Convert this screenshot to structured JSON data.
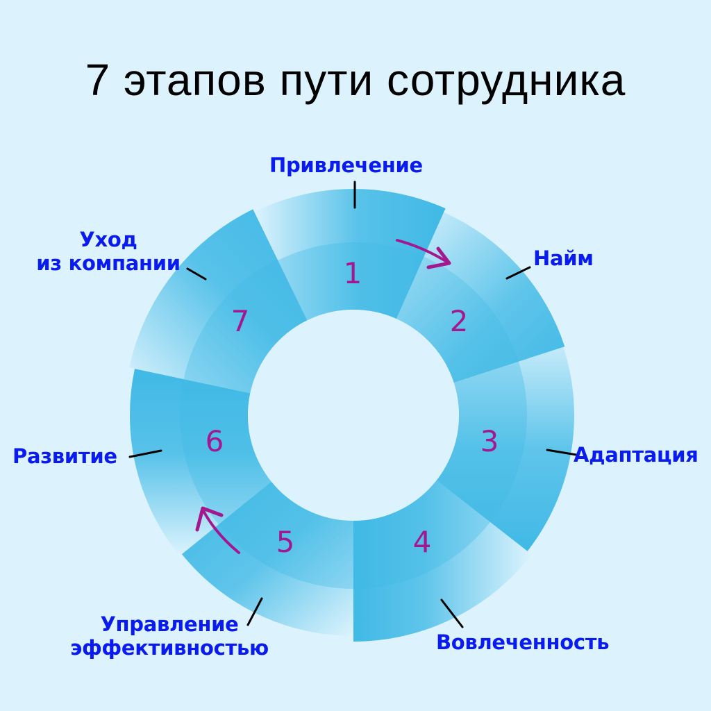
{
  "title": "7 этапов пути сотрудника",
  "colors": {
    "background": "#dcf3fd",
    "segment": "#40b9e6",
    "label": "#0a1bf0",
    "number": "#a3188e",
    "arrow": "#a3188e",
    "leader": "#000000"
  },
  "stages": [
    {
      "number": "1",
      "label": "Привлечение"
    },
    {
      "number": "2",
      "label": "Найм"
    },
    {
      "number": "3",
      "label": "Адаптация"
    },
    {
      "number": "4",
      "label": "Вовлеченность"
    },
    {
      "number": "5",
      "label_line1": "Управление",
      "label_line2": "эффективностью"
    },
    {
      "number": "6",
      "label": "Развитие"
    },
    {
      "number": "7",
      "label_line1": "Уход",
      "label_line2": "из компании"
    }
  ],
  "arrows": [
    {
      "icon": "curved-arrow-icon",
      "from_stage": "1",
      "to_stage": "2"
    },
    {
      "icon": "curved-arrow-icon",
      "from_stage": "5",
      "to_stage": "6"
    }
  ]
}
